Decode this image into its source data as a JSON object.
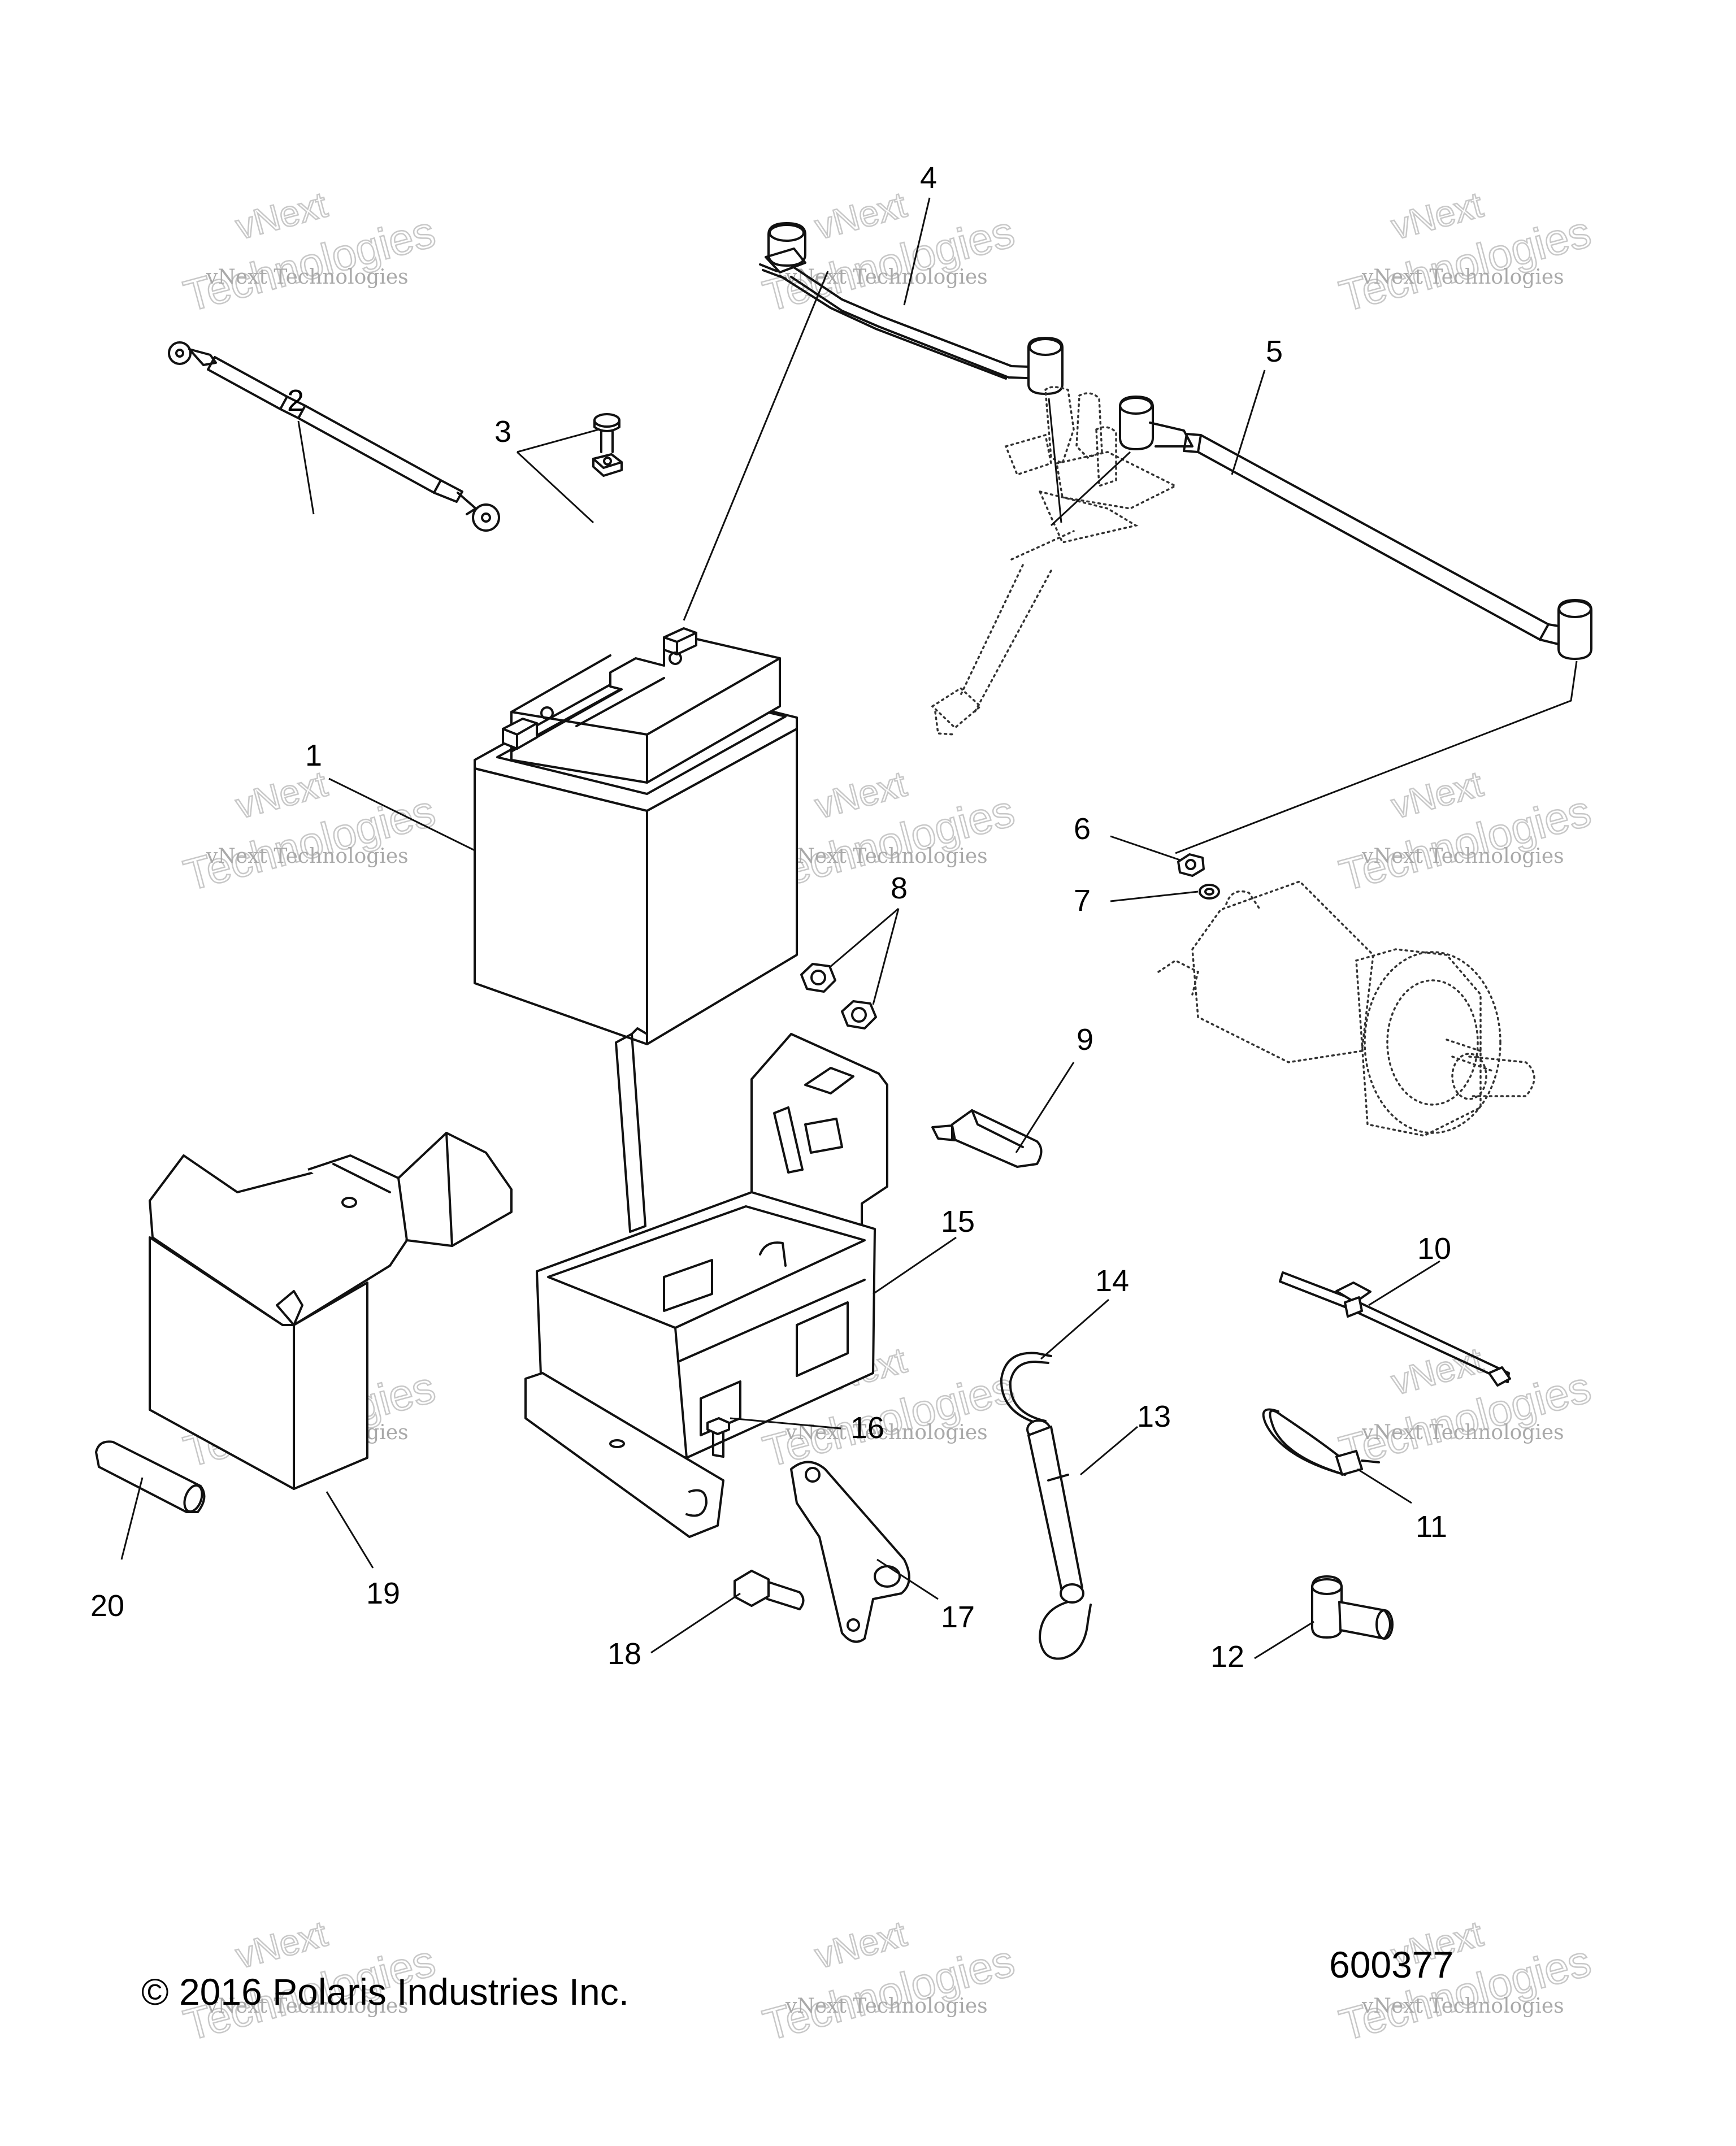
{
  "callouts": [
    {
      "id": "1",
      "label": "1"
    },
    {
      "id": "2",
      "label": "2"
    },
    {
      "id": "3",
      "label": "3"
    },
    {
      "id": "4",
      "label": "4"
    },
    {
      "id": "5",
      "label": "5"
    },
    {
      "id": "6",
      "label": "6"
    },
    {
      "id": "7",
      "label": "7"
    },
    {
      "id": "8",
      "label": "8"
    },
    {
      "id": "9",
      "label": "9"
    },
    {
      "id": "10",
      "label": "10"
    },
    {
      "id": "11",
      "label": "11"
    },
    {
      "id": "12",
      "label": "12"
    },
    {
      "id": "13",
      "label": "13"
    },
    {
      "id": "14",
      "label": "14"
    },
    {
      "id": "15",
      "label": "15"
    },
    {
      "id": "16",
      "label": "16"
    },
    {
      "id": "17",
      "label": "17"
    },
    {
      "id": "18",
      "label": "18"
    },
    {
      "id": "19",
      "label": "19"
    },
    {
      "id": "20",
      "label": "20"
    }
  ],
  "footer": {
    "copyright": "© 2016 Polaris Industries Inc.",
    "figure_number": "600377"
  },
  "watermark": {
    "line_top": "vNext",
    "line_middle": "vNext Technologies",
    "line_bottom": "Technologies"
  }
}
